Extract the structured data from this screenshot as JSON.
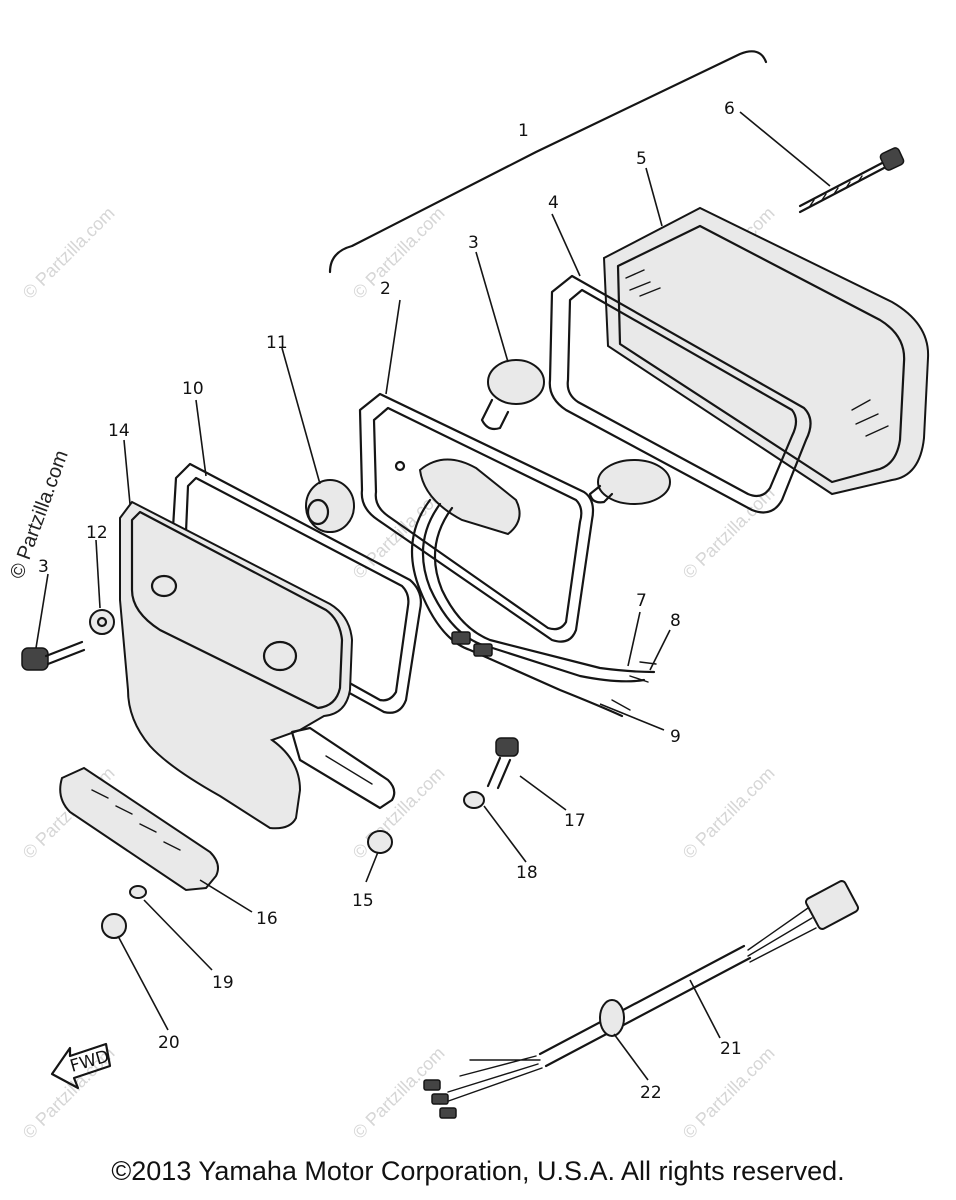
{
  "callouts": [
    {
      "id": "1",
      "label": "1"
    },
    {
      "id": "2",
      "label": "2"
    },
    {
      "id": "3a",
      "label": "3"
    },
    {
      "id": "3b",
      "label": "3"
    },
    {
      "id": "4",
      "label": "4"
    },
    {
      "id": "5",
      "label": "5"
    },
    {
      "id": "6",
      "label": "6"
    },
    {
      "id": "7",
      "label": "7"
    },
    {
      "id": "8",
      "label": "8"
    },
    {
      "id": "9",
      "label": "9"
    },
    {
      "id": "10",
      "label": "10"
    },
    {
      "id": "11",
      "label": "11"
    },
    {
      "id": "12",
      "label": "12"
    },
    {
      "id": "14",
      "label": "14"
    },
    {
      "id": "15",
      "label": "15"
    },
    {
      "id": "16",
      "label": "16"
    },
    {
      "id": "17",
      "label": "17"
    },
    {
      "id": "18",
      "label": "18"
    },
    {
      "id": "19",
      "label": "19"
    },
    {
      "id": "20",
      "label": "20"
    },
    {
      "id": "21",
      "label": "21"
    },
    {
      "id": "22",
      "label": "22"
    }
  ],
  "fwd_label": "FWD",
  "watermark": "© Partzilla.com",
  "copyright": "©2013 Yamaha Motor Corporation, U.S.A. All rights reserved."
}
